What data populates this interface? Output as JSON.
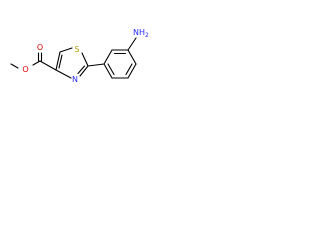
{
  "molecule": {
    "atoms": {
      "carbonyl_oxygen": "O",
      "ester_oxygen": "O",
      "thiazole_sulfur": "S",
      "thiazole_nitrogen": "N",
      "amine_main": "NH",
      "amine_subscript": "2"
    },
    "colors": {
      "bond": "#000000",
      "oxygen": "#e60000",
      "nitrogen": "#2a2aff",
      "sulfur": "#b39b00"
    }
  }
}
